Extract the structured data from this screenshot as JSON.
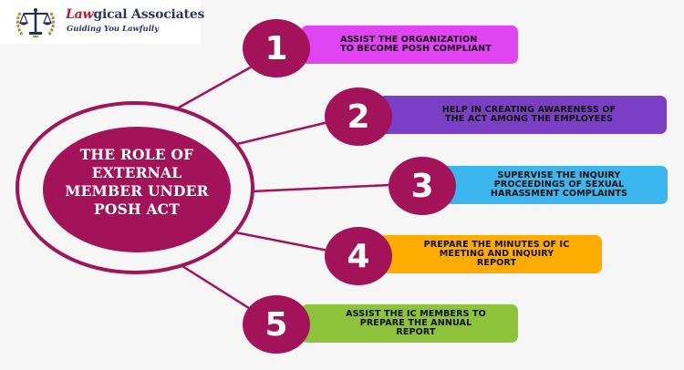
{
  "logo": {
    "icon": "scales-of-justice-icon",
    "title_accent": "Law",
    "title_rest": "gical Associates",
    "tagline": "Guiding You Lawfully"
  },
  "center": {
    "title": "THE ROLE OF EXTERNAL MEMBER UNDER POSH ACT",
    "lines": [
      "THE ROLE OF",
      "EXTERNAL",
      "MEMBER UNDER",
      "POSH ACT"
    ],
    "color": "#a3135a"
  },
  "items": [
    {
      "number": "1",
      "text": "ASSIST THE ORGANIZATION\nTO BECOME POSH COMPLIANT",
      "color": "#df45f0"
    },
    {
      "number": "2",
      "text": "HELP IN CREATING AWARENESS OF\nTHE ACT AMONG THE EMPLOYEES",
      "color": "#7b3fc6"
    },
    {
      "number": "3",
      "text": "SUPERVISE THE INQUIRY\nPROCEEDINGS OF SEXUAL\nHARASSMENT COMPLAINTS",
      "color": "#3cb6ee"
    },
    {
      "number": "4",
      "text": "PREPARE THE MINUTES OF IC\nMEETING AND INQUIRY\nREPORT",
      "color": "#ffac00"
    },
    {
      "number": "5",
      "text": "ASSIST THE IC MEMBERS TO\nPREPARE THE ANNUAL\nREPORT",
      "color": "#8dc33b"
    }
  ]
}
